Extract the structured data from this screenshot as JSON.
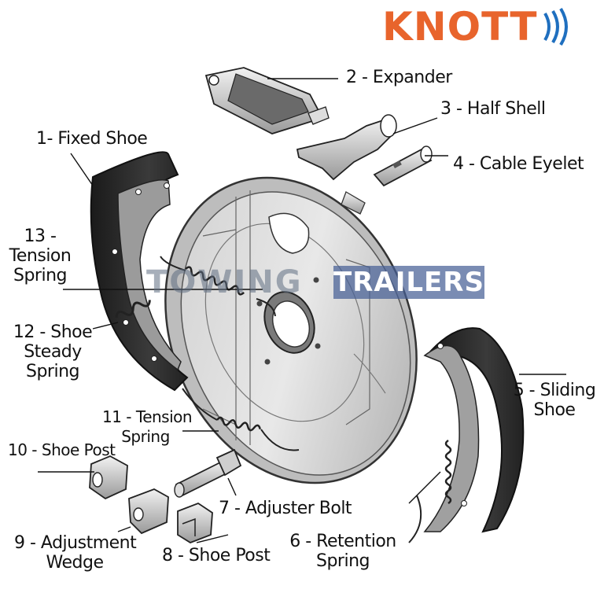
{
  "brand": {
    "name": "KNOTT",
    "color": "#e8642c",
    "arc_color": "#1f6fbf"
  },
  "watermark": {
    "left": "TOWING",
    "right": "TRAILERS"
  },
  "labels": {
    "fixed_shoe": "1- Fixed Shoe",
    "expander": "2 - Expander",
    "half_shell": "3 - Half Shell",
    "cable_eyelet": "4 - Cable Eyelet",
    "sliding_shoe_1": "5 - Sliding",
    "sliding_shoe_2": "Shoe",
    "retention_spring_1": "6 - Retention",
    "retention_spring_2": "Spring",
    "adjuster_bolt": "7 - Adjuster Bolt",
    "shoe_post_8": "8 - Shoe Post",
    "adjustment_wedge_1": "9 - Adjustment",
    "adjustment_wedge_2": "Wedge",
    "shoe_post_10": "10 - Shoe Post",
    "tension_spring_11_1": "11 - Tension",
    "tension_spring_11_2": "Spring",
    "shoe_steady_spring_1": "12 - Shoe",
    "shoe_steady_spring_2": "Steady",
    "shoe_steady_spring_3": "Spring",
    "tension_spring_13_1": "13 -",
    "tension_spring_13_2": "Tension",
    "tension_spring_13_3": "Spring"
  }
}
